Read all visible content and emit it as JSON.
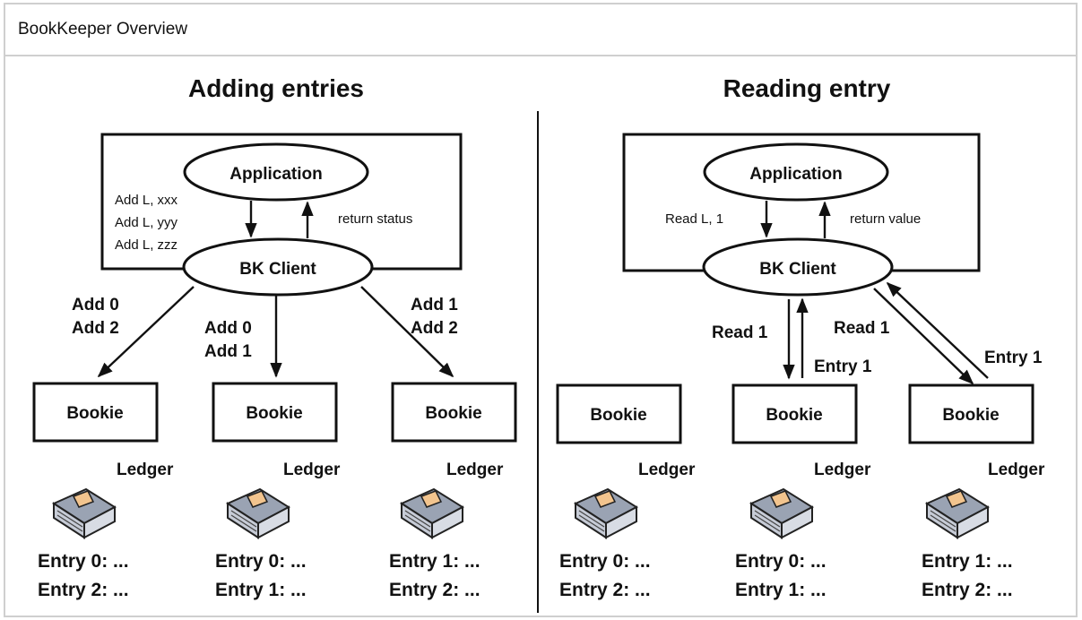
{
  "caption": "BookKeeper Overview",
  "left": {
    "title": "Adding entries",
    "application": "Application",
    "client": "BK Client",
    "requests": [
      "Add L, xxx",
      "Add L, yyy",
      "Add L, zzz"
    ],
    "return_label": "return status",
    "arrow_labels": [
      [
        "Add 0",
        "Add 2"
      ],
      [
        "Add 0",
        "Add 1"
      ],
      [
        "Add 1",
        "Add 2"
      ]
    ],
    "bookies": [
      "Bookie",
      "Bookie",
      "Bookie"
    ],
    "ledger_label": "Ledger",
    "entries": [
      [
        "Entry 0: ...",
        "Entry 2: ..."
      ],
      [
        "Entry 0: ...",
        "Entry 1: ..."
      ],
      [
        "Entry 1: ...",
        "Entry 2: ..."
      ]
    ]
  },
  "right": {
    "title": "Reading entry",
    "application": "Application",
    "client": "BK Client",
    "request": "Read L, 1",
    "return_label": "return value",
    "read_labels": [
      "Read 1",
      "Read 1"
    ],
    "entry_labels": [
      "Entry 1",
      "Entry 1"
    ],
    "bookies": [
      "Bookie",
      "Bookie",
      "Bookie"
    ],
    "ledger_label": "Ledger",
    "entries": [
      [
        "Entry 0: ...",
        "Entry 2: ..."
      ],
      [
        "Entry 0: ...",
        "Entry 1: ..."
      ],
      [
        "Entry 1: ...",
        "Entry 2: ..."
      ]
    ]
  }
}
